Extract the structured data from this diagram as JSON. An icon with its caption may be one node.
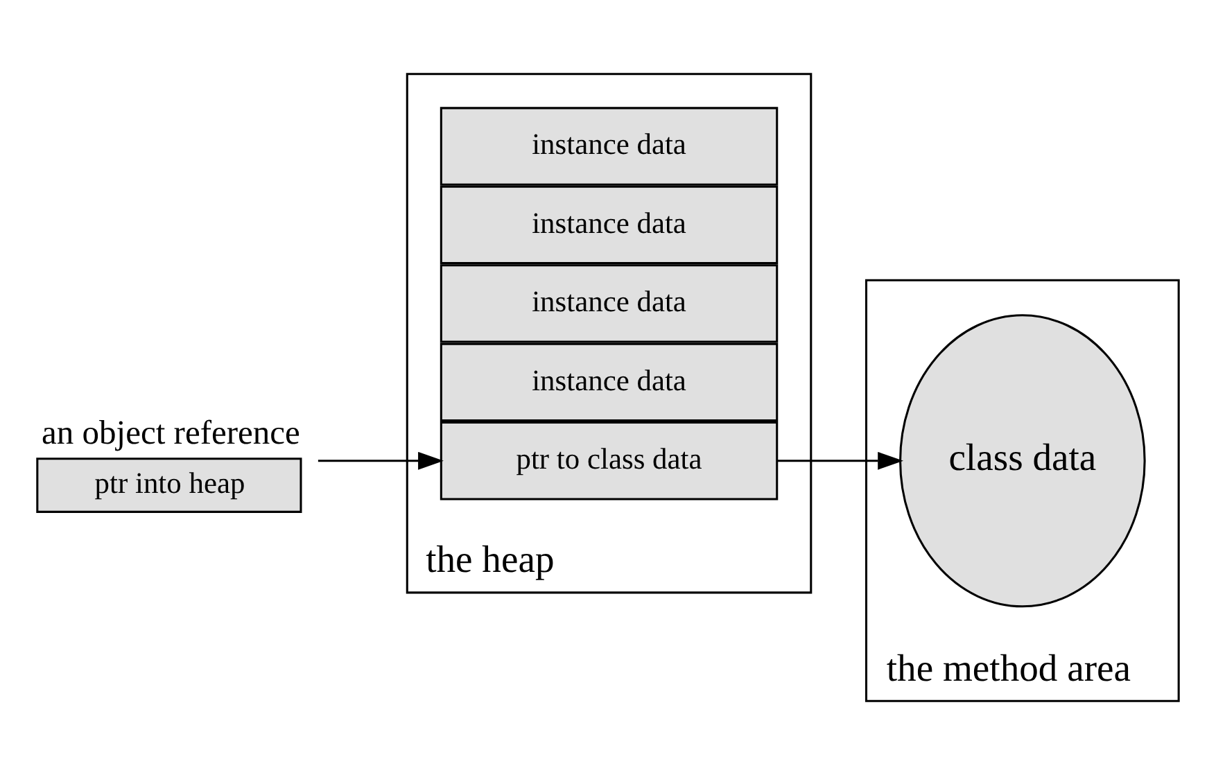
{
  "diagram": {
    "nodes": [
      {
        "text": [
          "an object reference",
          "ptr into heap"
        ]
      },
      {
        "text": [
          "the heap"
        ]
      },
      {
        "text": [
          "ptr to class data"
        ],
        "in": 1
      },
      {
        "text": [
          "instance data"
        ],
        "in": 1
      },
      {
        "text": [
          "instance data"
        ],
        "in": 1
      },
      {
        "text": [
          "instance data"
        ],
        "in": 1
      },
      {
        "text": [
          "instance data"
        ],
        "in": 1
      },
      {
        "text": [
          "the method area"
        ]
      },
      {
        "text": [
          "class data"
        ],
        "in": 7
      }
    ],
    "edges": [
      {
        "from": 0,
        "to": 2,
        "arrow": "to"
      },
      {
        "from": 2,
        "to": 8,
        "arrow": "to"
      }
    ]
  }
}
